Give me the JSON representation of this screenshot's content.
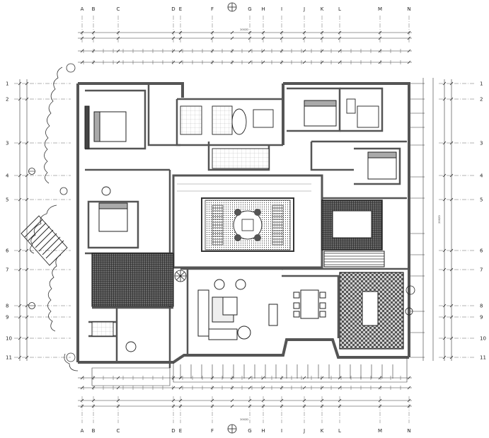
{
  "grid_cols": [
    "A",
    "B",
    "C",
    "D",
    "E",
    "F",
    "G",
    "H",
    "I",
    "J",
    "K",
    "L",
    "M",
    "N"
  ],
  "grid_rows": [
    "1",
    "2",
    "3",
    "4",
    "5",
    "6",
    "7",
    "8",
    "9",
    "10",
    "11"
  ],
  "overall_dimension": "2002D",
  "colors": {
    "line": "#222222",
    "wall": "#555555",
    "grid": "#666666",
    "hatch": "#333333",
    "background": "#ffffff"
  }
}
